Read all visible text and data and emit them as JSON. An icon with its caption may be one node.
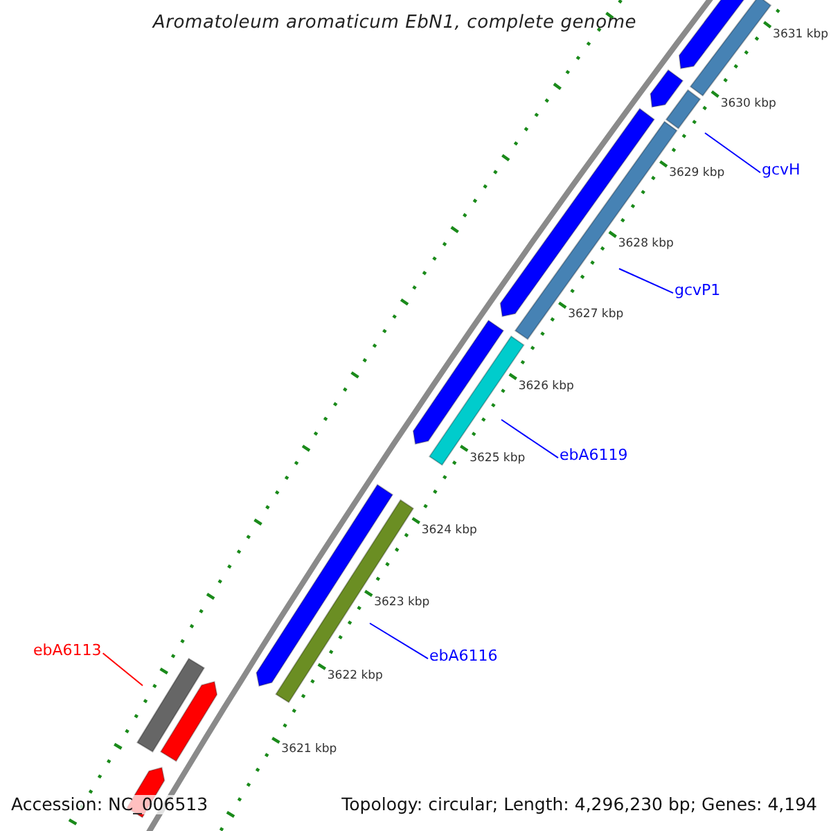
{
  "diagram": {
    "title": "Aromatoleum aromaticum EbN1, complete genome",
    "nodes": [
      {
        "text": [
          "gcvH"
        ]
      },
      {
        "text": [
          "gcvP1"
        ]
      },
      {
        "text": [
          "ebA6119"
        ]
      },
      {
        "text": [
          "ebA6116"
        ]
      },
      {
        "text": [
          "ebA6113"
        ]
      },
      {
        "text": [],
        "shape": "arrow"
      },
      {
        "text": [],
        "shape": "bar"
      },
      {
        "text": [],
        "shape": "arrow"
      },
      {
        "text": [],
        "shape": "bar"
      },
      {
        "text": [],
        "shape": "arrow"
      },
      {
        "text": [],
        "shape": "bar"
      },
      {
        "text": [],
        "shape": "arrow"
      },
      {
        "text": [],
        "shape": "bar"
      },
      {
        "text": [],
        "shape": "arrow"
      },
      {
        "text": [],
        "shape": "bar"
      },
      {
        "text": [],
        "shape": "bar"
      },
      {
        "text": [],
        "shape": "arrow"
      },
      {
        "text": [],
        "shape": "arrow"
      }
    ],
    "edges": [
      {
        "from": 0,
        "to": null,
        "arrow": "none"
      },
      {
        "from": 1,
        "to": null,
        "arrow": "none"
      },
      {
        "from": 2,
        "to": null,
        "arrow": "none"
      },
      {
        "from": 3,
        "to": null,
        "arrow": "none"
      },
      {
        "from": 4,
        "to": null,
        "arrow": "none",
        "color": "#ff0000"
      }
    ],
    "labels": [
      "3631 kbp",
      "3630 kbp",
      "3629 kbp",
      "3628 kbp",
      "3627 kbp",
      "3626 kbp",
      "3625 kbp",
      "3624 kbp",
      "3623 kbp",
      "3622 kbp",
      "3621 kbp",
      "Accession: NC_006513",
      "Topology: circular; Length: 4,296,230 bp; Genes: 4,194"
    ]
  }
}
